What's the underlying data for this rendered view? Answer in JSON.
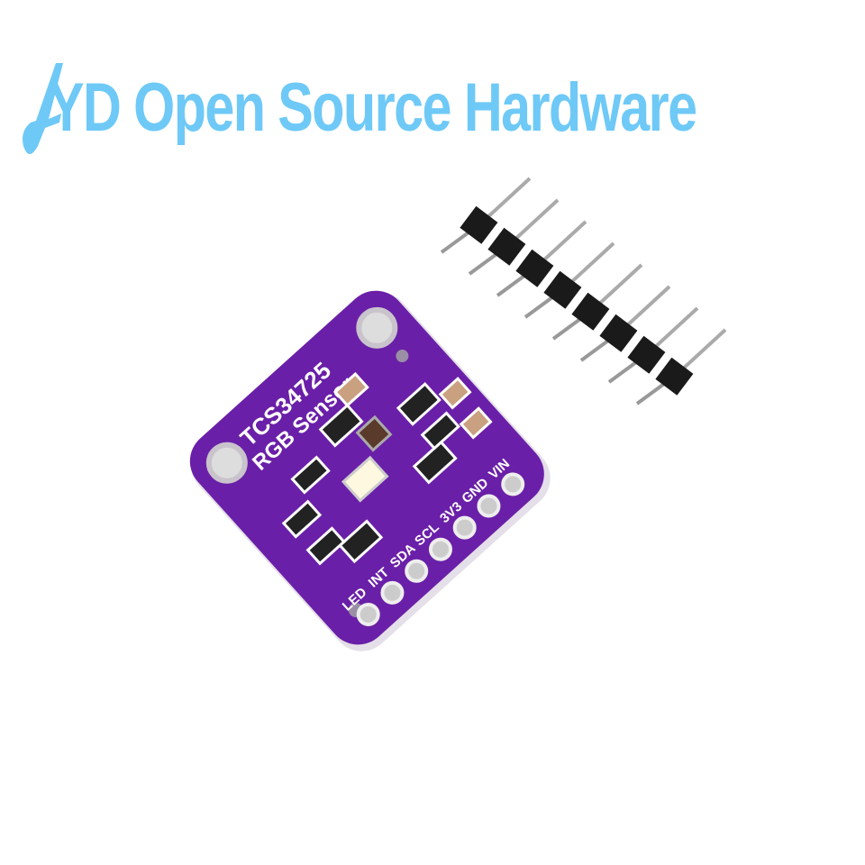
{
  "watermark": {
    "text": "YD Open Source Hardware",
    "color": "#6ec9f7"
  },
  "board": {
    "title_line1": "TCS34725",
    "title_line2": "RGB Sensor",
    "pins": [
      "LED",
      "INT",
      "SDA",
      "SCL",
      "3V3",
      "GND",
      "VIN"
    ],
    "pcb_color": "#6a1fa8"
  }
}
